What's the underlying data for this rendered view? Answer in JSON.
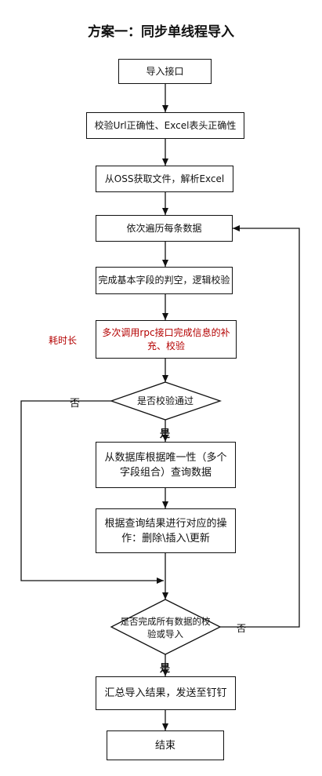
{
  "title": "方案一：同步单线程导入",
  "nodes": {
    "start": "导入接口",
    "validate_header": "校验Url正确性、Excel表头正确性",
    "fetch_parse": "从OSS获取文件，解析Excel",
    "loop_each": "依次遍历每条数据",
    "basic_check": "完成基本字段的判空，逻辑校验",
    "rpc_call": "多次调用rpc接口完成信息的补充、校验",
    "check_pass": "是否校验通过",
    "query_db": "从数据库根据唯一性（多个字段组合）查询数据",
    "operate": "根据查询结果进行对应的操作：删除\\插入\\更新",
    "all_done": "是否完成所有数据的校验或导入",
    "summary": "汇总导入结果，发送至钉钉",
    "end": "结束"
  },
  "annotations": {
    "slow": "耗时长"
  },
  "edge_labels": {
    "pass_yes": "是",
    "pass_no": "否",
    "done_yes": "是",
    "done_no": "否"
  },
  "colors": {
    "line": "#111111",
    "highlight": "#b40000"
  }
}
